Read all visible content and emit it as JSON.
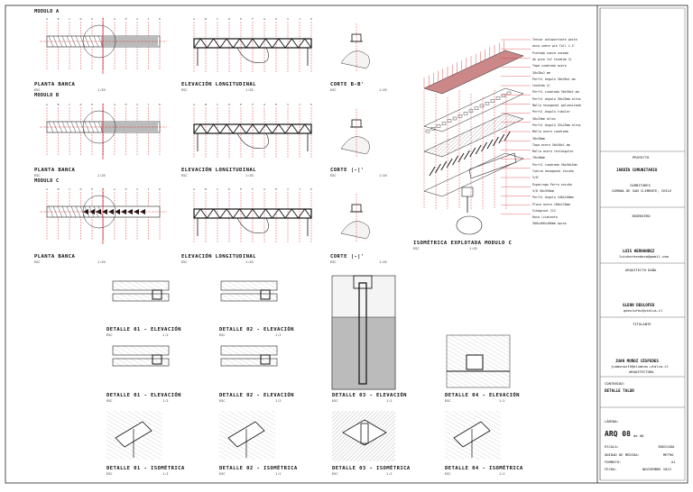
{
  "modules": [
    {
      "title": "MODULO A",
      "plan": "PLANTA BANCA",
      "elev": "ELEVACIÓN LONGITUDINAL",
      "cut": "CORTE B-B'"
    },
    {
      "title": "MODULO B",
      "plan": "PLANTA BANCA",
      "elev": "ELEVACIÓN LONGITUDINAL",
      "cut": "CORTE |-|'"
    },
    {
      "title": "MODULO C",
      "plan": "PLANTA BANCA",
      "elev": "ELEVACIÓN LONGITUDINAL",
      "cut": "CORTE |-|'"
    }
  ],
  "scale": {
    "esc": "ESC",
    "s125": "1:25",
    "s12": "1:2"
  },
  "grid_letters": [
    "A",
    "B",
    "C",
    "D",
    "E",
    "F",
    "G",
    "H",
    "I",
    "J",
    "K",
    "L",
    "M"
  ],
  "isometric": {
    "title": "ISOMÉTRICA EXPLOTADA MODULO C",
    "callouts": [
      "Tensor autoportante posta",
      "anca sobre pie Toll 1.5'",
      "Pintado nueva sacada",
      "de pino 1x1 tendido 2)",
      "Tapa cuadrado acero",
      "30x30x2 mm",
      "Perfil ángulo 30x30x1 mm",
      "tendido 2)",
      "Perfil cuadrado 50x50x2 mm",
      "Perfil ángulo 30x25mm altos",
      "Malla hexagonal galvanizada",
      "Perfil ángulo tubular",
      "30x25mm altos",
      "Perfil ángulo 35x25mm altos",
      "Malla acero cuadrada",
      "30x30mm",
      "Tapa acero 50x50x1 mm",
      "Malla acero rectangular",
      "70x40mm",
      "Perfil cuadrado 50x50x2mm",
      "Tuerca hexagonal encuña",
      "3/8'",
      "Esparrago Perro encuña",
      "3/8 50x350mm",
      "Perfil ángulo 100x100mm",
      "Placa acero 100x120mm",
      "Sikagrout 212",
      "Roca (cimiento",
      "500x400x400mm aprox"
    ]
  },
  "details": [
    {
      "label": "DETALLE 01 - ELEVACIÓN"
    },
    {
      "label": "DETALLE 02 - ELEVACIÓN"
    },
    {
      "label": "DETALLE 01 - ELEVACIÓN"
    },
    {
      "label": "DETALLE 02 - ELEVACIÓN"
    },
    {
      "label": "DETALLE 03 - ELEVACIÓN"
    },
    {
      "label": "DETALLE 04 - ELEVACIÓN"
    },
    {
      "label": "DETALLE 01 - ISOMÉTRICA"
    },
    {
      "label": "DETALLE 02 - ISOMÉTRICA"
    },
    {
      "label": "DETALLE 03 - ISOMÉTRICA"
    },
    {
      "label": "DETALLE 04 - ISOMÉTRICA"
    }
  ],
  "titleblock": {
    "proyecto_h": "PROYECTO",
    "proyecto": "JARDÍN COMUNITARIO",
    "comunas": "CUMBITORES",
    "comuna2": "COMUNA DE SAN CLEMENTE, CHILE",
    "ingeniero_h": "INGENIERO",
    "ingeniero": "LUIS HERNANDEZ",
    "ingeniero_mail": "luisherhandeza@gmail.com",
    "arquitecto_h": "ARQUITECTO DAÑA",
    "arquitecto": "GLENN DEULOFEU",
    "arquitecto_mail": "gdeulofeu@utalca.cl",
    "titulante_h": "TITULANTE",
    "titulante": "JUAN MUÑOZ CÉSPEDES",
    "titulante_mail": "juamunoz15@alumnos.utalca.cl",
    "titulante_carrera": "ARQUITECTURA",
    "contenido_h": "CONTENIDO:",
    "contenido": "DETALLE TALUD",
    "lamina_h": "LÁMINA:",
    "lamina": "ARQ 08",
    "lamina_de": "de 00",
    "escala_k": "ESCALA:",
    "escala_v": "INDICADA",
    "unidad_k": "UNIDAD DE MEDIDA:",
    "unidad_v": "METRO",
    "formato_k": "FORMATO:",
    "formato_v": "A1",
    "fecha_k": "FECHA:",
    "fecha_v": "NOVIEMBRE 2022"
  }
}
